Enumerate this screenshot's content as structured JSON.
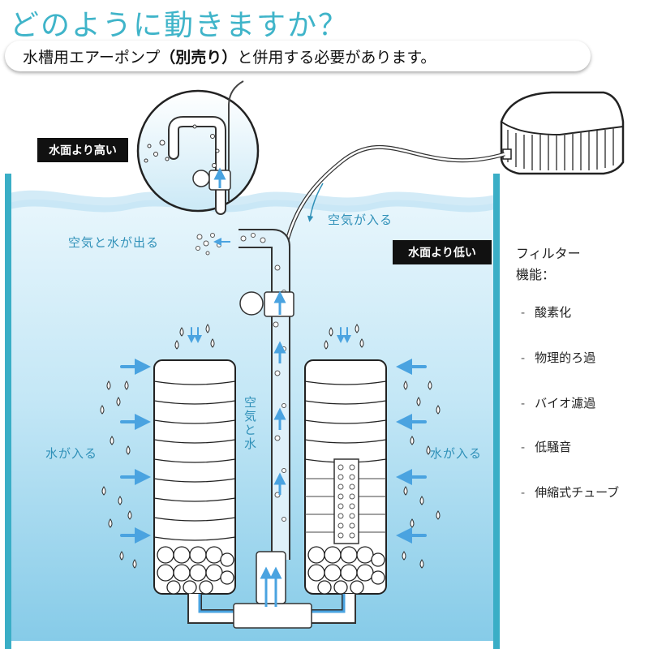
{
  "title": "どのように動きますか？",
  "subtitle": {
    "pre": "水槽用エアーポンプ",
    "bold": "（別売り）",
    "post": "と併用する必要があります。"
  },
  "labels": {
    "above_water": "水面より高い",
    "below_water": "水面より低い",
    "air_in": "空気が入る",
    "air_water_out": "空気と水が出る",
    "water_in_left": "水が入る",
    "water_in_right": "水が入る",
    "air_and_water": "空気と水"
  },
  "features": {
    "heading": "フィルター\n機能：",
    "items": [
      "酸素化",
      "物理的ろ過",
      "バイオ濾過",
      "低騒音",
      "伸縮式チューブ"
    ]
  },
  "colors": {
    "accent": "#3fb4c9",
    "tank_wall": "#3aaec6",
    "water_top": "#d9f0f9",
    "water_bottom": "#8fd0ea",
    "arrow_blue": "#4aa3e0",
    "label_blue": "#2f90b8"
  }
}
